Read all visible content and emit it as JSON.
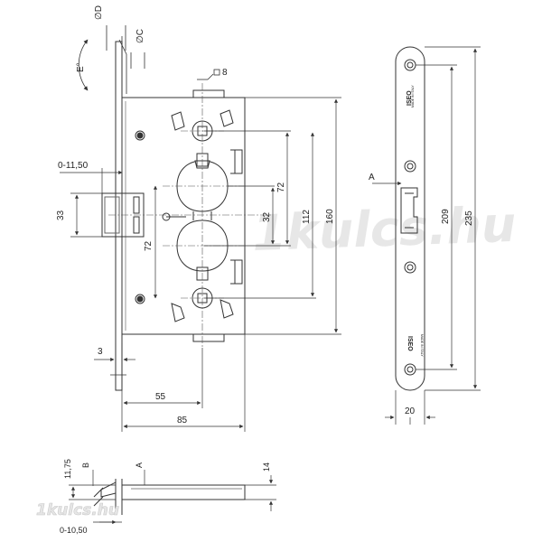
{
  "watermark": {
    "center": "1kulcs.hu",
    "corner": "1kulcs.hu"
  },
  "side_view": {
    "labels": {
      "diameter_d": "∅D",
      "diameter_c": "∅C",
      "angle_e": "E°",
      "square": "8",
      "backset_range": "0-11,50",
      "thickness_faceplate": "3",
      "height_33": "33",
      "dim_72_upper": "72",
      "dim_72_lower": "72",
      "dim_32": "32",
      "dim_112": "112",
      "dim_160": "160",
      "dim_55": "55",
      "dim_85": "85"
    }
  },
  "faceplate": {
    "brand_top": "ISEO",
    "made_top": "MADE IN ITALY",
    "brand_bottom": "ISEO",
    "made_bottom": "MADE IN ITALY",
    "label_a": "A",
    "dim_209": "209",
    "dim_235": "235",
    "dim_20": "20"
  },
  "bottom_view": {
    "dim_11_75": "11,75",
    "label_b": "B",
    "label_a": "A",
    "dim_14": "14",
    "dim_0_10_50": "0-10,50"
  }
}
